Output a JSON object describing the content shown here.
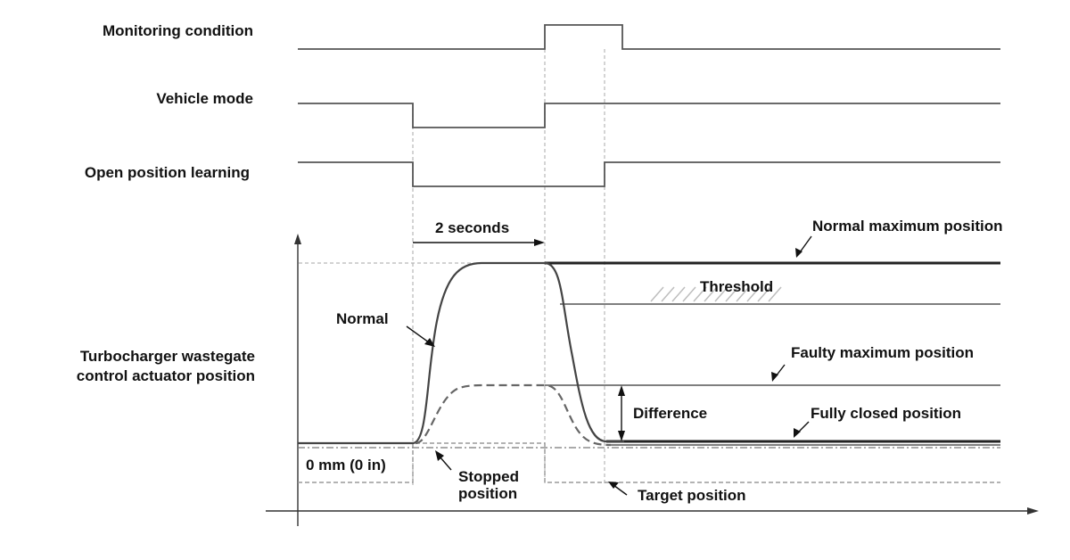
{
  "diagram": {
    "signals": {
      "monitoring_condition": "Monitoring condition",
      "vehicle_mode": "Vehicle mode",
      "open_position_learning": "Open position learning"
    },
    "y_axis_label_line1": "Turbocharger wastegate",
    "y_axis_label_line2": "control actuator position",
    "duration_label": "2 seconds",
    "annotations": {
      "normal_maximum_position": "Normal maximum position",
      "threshold": "Threshold",
      "normal": "Normal",
      "faulty_maximum_position": "Faulty maximum position",
      "difference": "Difference",
      "fully_closed_position": "Fully closed position",
      "zero_position": "0 mm (0 in)",
      "stopped_position_line1": "Stopped",
      "stopped_position_line2": "position",
      "target_position": "Target position"
    }
  }
}
